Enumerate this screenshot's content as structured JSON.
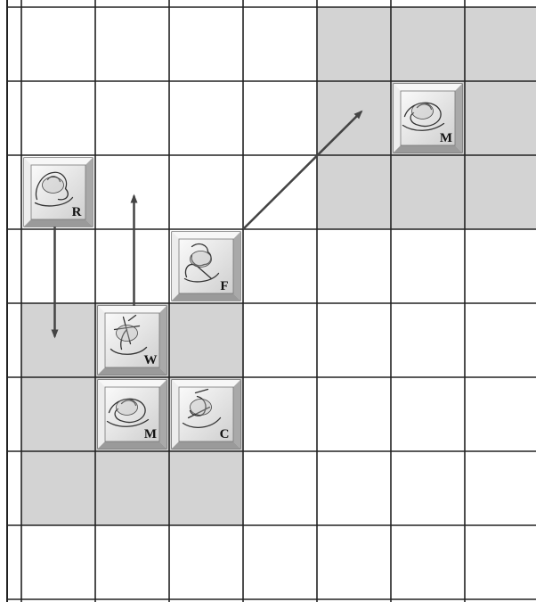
{
  "board": {
    "columns": 8,
    "rows": 8,
    "colors": {
      "light": "#ffffff",
      "dark": "#d3d3d3",
      "grid": "#222222",
      "arrow": "#444444"
    },
    "shaded_squares": [
      {
        "col": 4,
        "row": 0
      },
      {
        "col": 5,
        "row": 0
      },
      {
        "col": 6,
        "row": 0
      },
      {
        "col": 4,
        "row": 1
      },
      {
        "col": 5,
        "row": 1
      },
      {
        "col": 6,
        "row": 1
      },
      {
        "col": 4,
        "row": 2
      },
      {
        "col": 5,
        "row": 2
      },
      {
        "col": 6,
        "row": 2
      },
      {
        "col": 0,
        "row": 4
      },
      {
        "col": 1,
        "row": 4
      },
      {
        "col": 2,
        "row": 4
      },
      {
        "col": 0,
        "row": 5
      },
      {
        "col": 1,
        "row": 5
      },
      {
        "col": 2,
        "row": 5
      },
      {
        "col": 0,
        "row": 6
      },
      {
        "col": 1,
        "row": 6
      },
      {
        "col": 2,
        "row": 6
      }
    ]
  },
  "pieces": [
    {
      "id": "r",
      "label": "R",
      "icon": "horse-rider-icon",
      "col": 0,
      "row": 2
    },
    {
      "id": "w",
      "label": "W",
      "icon": "warrior-icon",
      "col": 1,
      "row": 4
    },
    {
      "id": "m1",
      "label": "M",
      "icon": "mage-icon",
      "col": 1,
      "row": 5
    },
    {
      "id": "f",
      "label": "F",
      "icon": "flower-knight-icon",
      "col": 2,
      "row": 3
    },
    {
      "id": "c",
      "label": "C",
      "icon": "cavalier-icon",
      "col": 2,
      "row": 5
    },
    {
      "id": "m2",
      "label": "M",
      "icon": "mage-icon",
      "col": 5,
      "row": 1
    }
  ],
  "moves": [
    {
      "id": "r-move",
      "from": {
        "col": 0,
        "row": 2
      },
      "to": {
        "col": 0,
        "row": 4
      }
    },
    {
      "id": "w-move",
      "from": {
        "col": 1,
        "row": 4
      },
      "to": {
        "col": 1,
        "row": 2
      }
    },
    {
      "id": "f-move",
      "from": {
        "col": 2,
        "row": 3
      },
      "to": {
        "col": 4,
        "row": 1
      }
    }
  ]
}
